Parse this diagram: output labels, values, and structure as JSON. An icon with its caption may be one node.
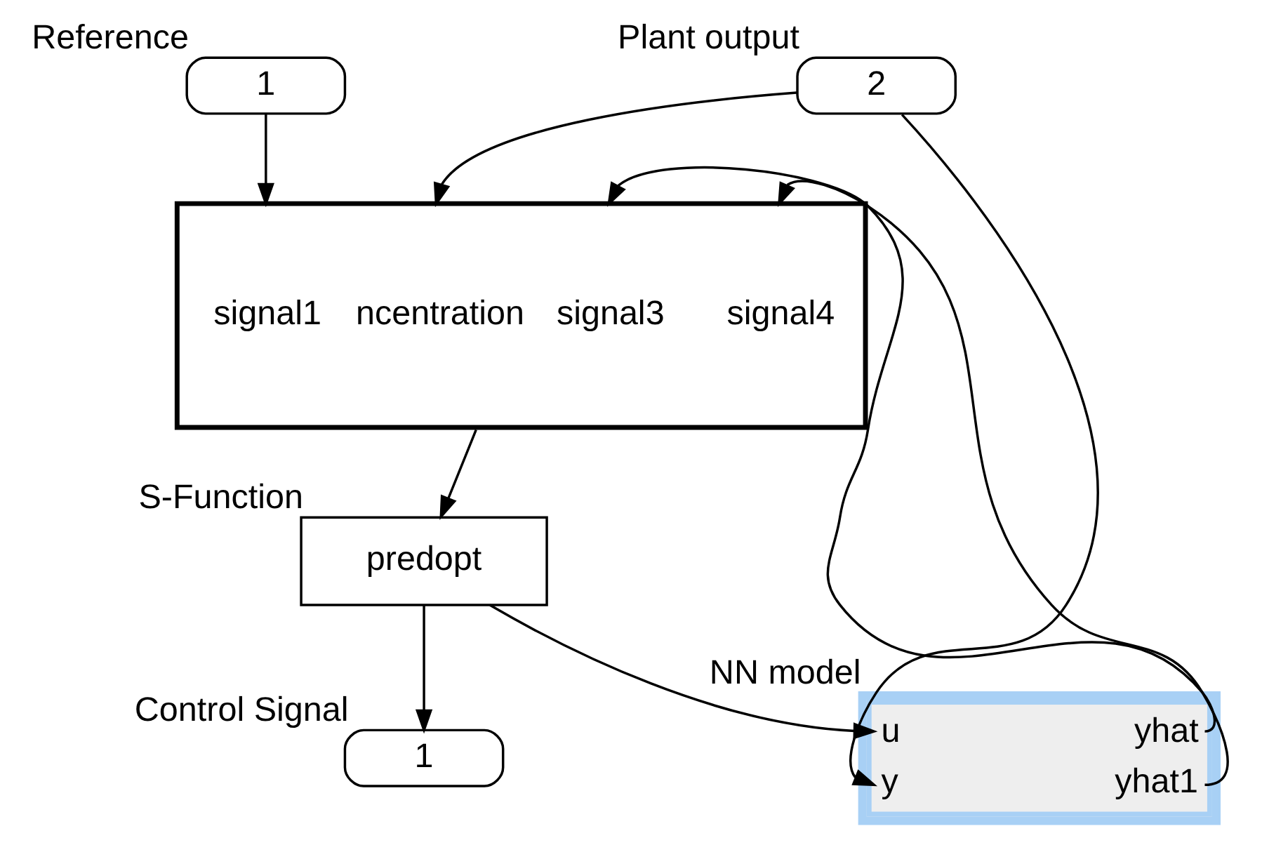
{
  "diagram": {
    "nodes": [
      {
        "text": [
          "1"
        ],
        "beside": [
          "Reference"
        ]
      },
      {
        "text": [
          "signal1",
          "ncentration",
          "signal3",
          "signal4"
        ]
      },
      {
        "text": [
          "predopt"
        ],
        "beside": [
          "S-Function"
        ]
      },
      {
        "text": [
          "u",
          "y",
          "yhat",
          "yhat1"
        ],
        "beside": [
          "NN model"
        ]
      },
      {
        "text": [
          "1"
        ],
        "beside": [
          "Control Signal"
        ]
      },
      {
        "text": [
          "2"
        ],
        "beside": [
          "Plant output"
        ]
      }
    ],
    "edges": [
      {
        "from": 0,
        "to": 1,
        "arrow": "to"
      },
      {
        "from": 5,
        "to": 1,
        "arrow": "to"
      },
      {
        "from": 3,
        "to": 1,
        "arrow": "to"
      },
      {
        "from": 3,
        "to": 1,
        "arrow": "to"
      },
      {
        "from": 1,
        "to": 2,
        "arrow": "to"
      },
      {
        "from": 2,
        "to": 4,
        "arrow": "to"
      },
      {
        "from": 2,
        "to": 3,
        "arrow": "to"
      },
      {
        "from": 5,
        "to": 3,
        "arrow": "to"
      }
    ]
  }
}
